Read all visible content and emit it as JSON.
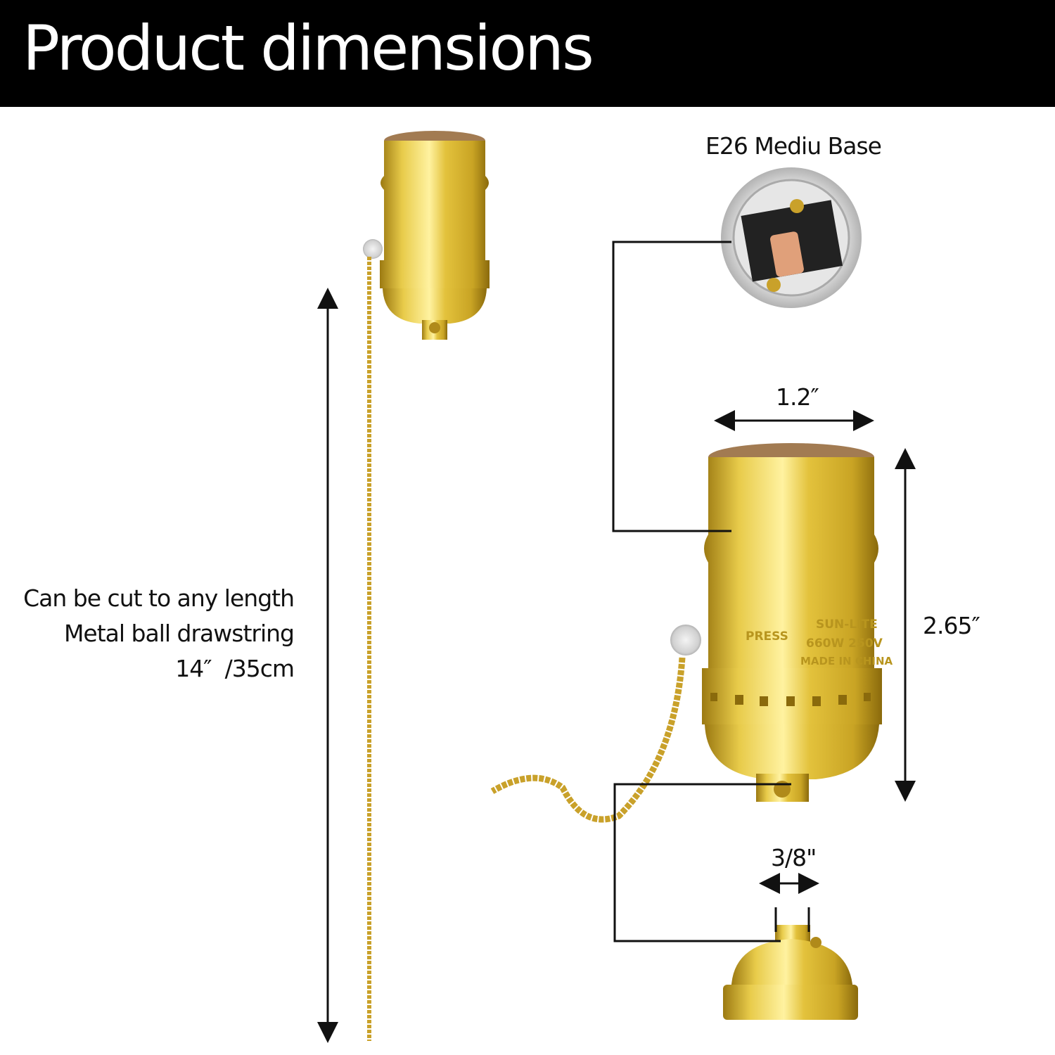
{
  "header": {
    "title": "Product dimensions"
  },
  "labels": {
    "base_type": "E26 Mediu Base",
    "width": "1.2″",
    "height": "2.65″",
    "hole": "3/8\"",
    "chain_lines": [
      "Can be cut to any length",
      "Metal ball drawstring",
      "14″  /35cm"
    ]
  },
  "product_markings": {
    "brand": "SUN-LITE",
    "rating": "660W 250V",
    "origin": "MADE IN CHINA",
    "switch": "PRESS"
  },
  "colors": {
    "header_bg": "#000000",
    "brass": "#d9b52a",
    "brass_light": "#f6e27a",
    "brass_dark": "#9c7a12",
    "line": "#111111"
  }
}
